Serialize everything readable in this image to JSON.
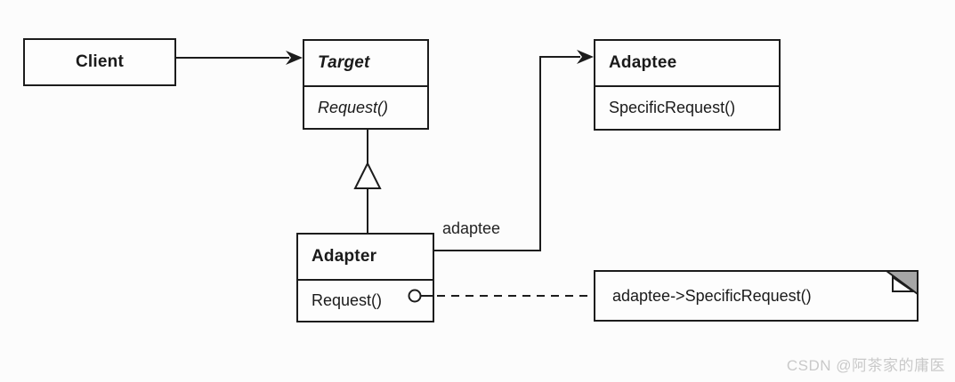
{
  "diagram": {
    "client": {
      "name": "Client"
    },
    "target": {
      "name": "Target",
      "method": "Request()"
    },
    "adaptee": {
      "name": "Adaptee",
      "method": "SpecificRequest()"
    },
    "adapter": {
      "name": "Adapter",
      "method": "Request()"
    },
    "association_label": "adaptee",
    "note_text": "adaptee->SpecificRequest()"
  },
  "watermark": "CSDN @阿茶家的庸医",
  "colors": {
    "background": "#fcfcfc",
    "box_background": "#fdfdfd",
    "line": "#1c1c1c",
    "note_fold_gray": "#a6a6a6",
    "watermark_text": "#c9c9c9"
  }
}
